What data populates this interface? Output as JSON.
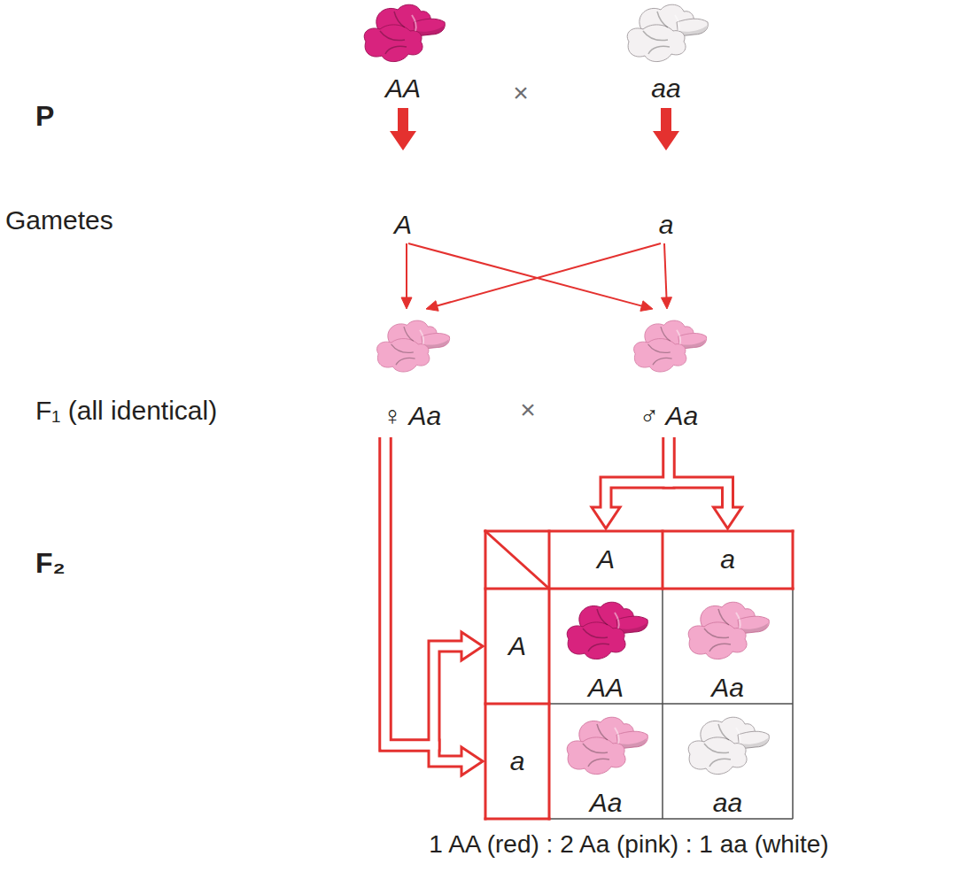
{
  "diagram": {
    "caption": "1 AA (red) : 2 Aa (pink) : 1 aa (white)",
    "nodes": [
      {
        "text": [
          "AA"
        ]
      },
      {
        "text": [
          "aa"
        ]
      },
      {
        "text": [
          "A"
        ]
      },
      {
        "text": [
          "a"
        ]
      },
      {
        "text": [
          "♀ Aa"
        ]
      },
      {
        "text": [
          "♂ Aa"
        ]
      },
      {
        "text": [
          "A"
        ]
      },
      {
        "text": [
          "a"
        ]
      },
      {
        "text": [
          "A"
        ]
      },
      {
        "text": [
          "AA"
        ]
      },
      {
        "text": [
          "Aa"
        ]
      },
      {
        "text": [
          "a"
        ]
      },
      {
        "text": [
          "Aa"
        ]
      },
      {
        "text": [
          "aa"
        ]
      }
    ],
    "edges": [
      {
        "from": 0,
        "to": 2,
        "arrow": "to"
      },
      {
        "from": 1,
        "to": 3,
        "arrow": "to"
      },
      {
        "from": 2,
        "to": 4,
        "arrow": "to"
      },
      {
        "from": 2,
        "to": 5,
        "arrow": "to"
      },
      {
        "from": 3,
        "to": 4,
        "arrow": "to"
      },
      {
        "from": 3,
        "to": 5,
        "arrow": "to"
      },
      {
        "from": 4,
        "to": 8,
        "arrow": "to"
      },
      {
        "from": 4,
        "to": 11,
        "arrow": "to"
      },
      {
        "from": 5,
        "to": 6,
        "arrow": "to"
      },
      {
        "from": 5,
        "to": 7,
        "arrow": "to"
      }
    ],
    "labels": [
      "P",
      "×",
      "Gametes",
      "F₁ (all identical)",
      "×",
      "F₂"
    ]
  }
}
